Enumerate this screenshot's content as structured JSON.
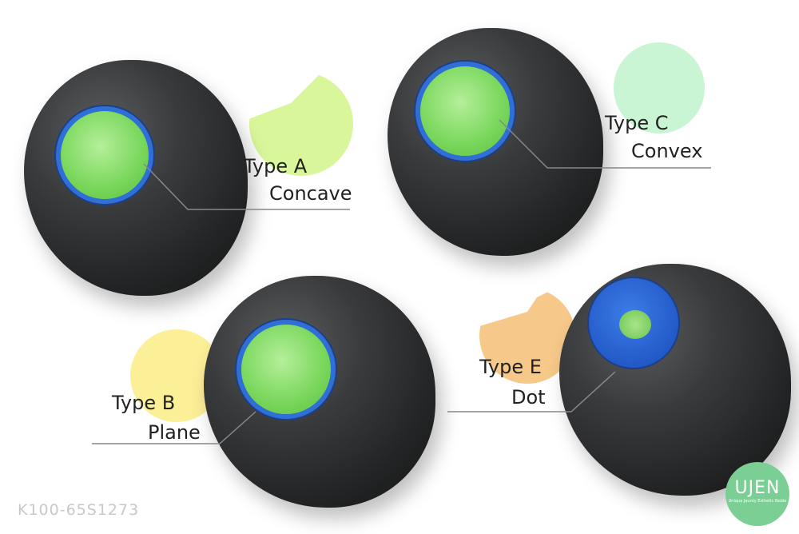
{
  "variants": [
    {
      "type": "Type A",
      "shape": "Concave",
      "swatch_color": "#d9f79a"
    },
    {
      "type": "Type C",
      "shape": "Convex",
      "swatch_color": "#c9f5d4"
    },
    {
      "type": "Type B",
      "shape": "Plane",
      "swatch_color": "#fbef98"
    },
    {
      "type": "Type E",
      "shape": "Dot",
      "swatch_color": "#f6c98a"
    }
  ],
  "colors": {
    "knob": "#2a2b2c",
    "ring": "#2f6fd6",
    "cap_green": "#78d65a",
    "logo": "#7ccf94"
  },
  "part_number": "K100-65S1273",
  "logo": {
    "name": "UJEN",
    "tagline": "Unique Jaunty Esthetic Noble"
  }
}
